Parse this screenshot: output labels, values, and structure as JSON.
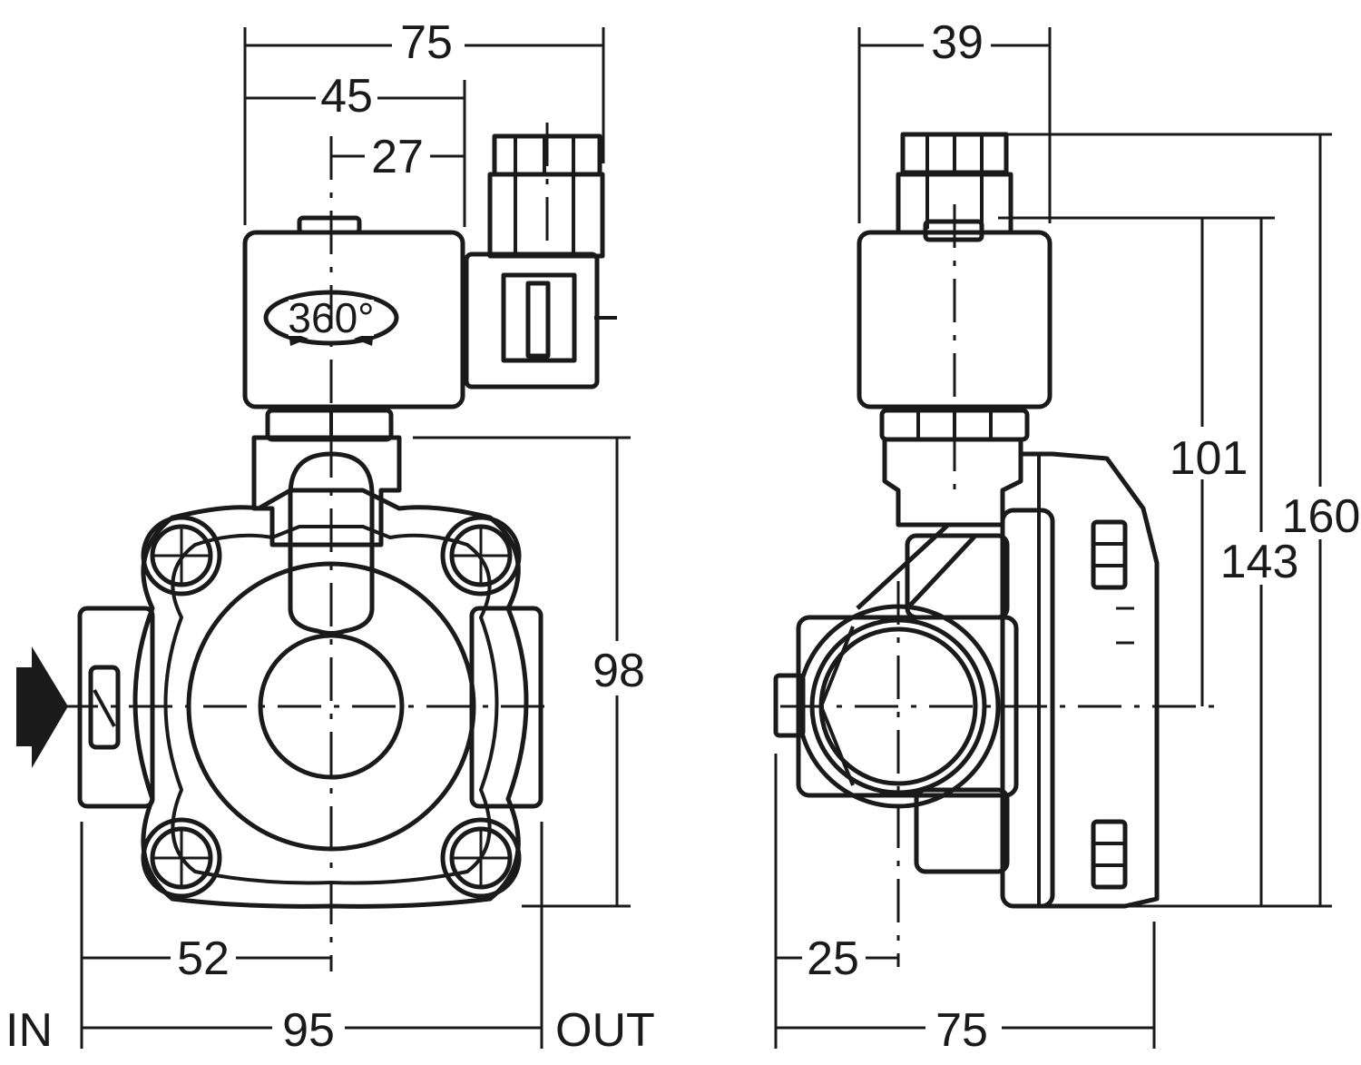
{
  "front_view": {
    "dimensions": {
      "width_top": "75",
      "coil_width": "45",
      "coil_offset": "27",
      "body_height": "98",
      "port_offset": "52",
      "body_width": "95"
    },
    "rotation_label": "360°",
    "inlet_label": "IN",
    "outlet_label": "OUT"
  },
  "side_view": {
    "dimensions": {
      "coil_depth": "39",
      "centre_to_coil_top": "101",
      "base_to_coil_top": "143",
      "overall_height": "160",
      "port_offset": "25",
      "overall_depth": "75"
    }
  },
  "icons": [
    "flow-direction-arrow-icon",
    "rotation-arrows-icon"
  ],
  "colors": {
    "line": "#1a1a1a",
    "background": "#ffffff"
  }
}
